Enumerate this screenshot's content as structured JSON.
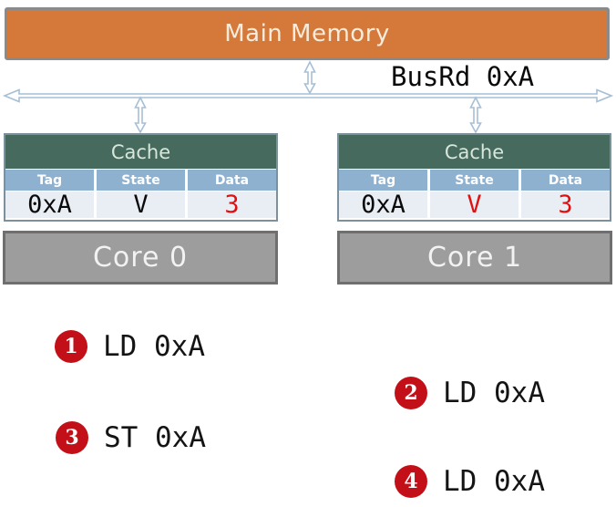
{
  "diagram": {
    "main_memory": {
      "label": "Main Memory"
    },
    "bus": {
      "label": "BusRd 0xA"
    },
    "caches": [
      {
        "title": "Cache",
        "columns": [
          "Tag",
          "State",
          "Data"
        ],
        "row": {
          "tag": "0xA",
          "state": "V",
          "data": "3"
        },
        "state_highlight": false,
        "data_highlight": true
      },
      {
        "title": "Cache",
        "columns": [
          "Tag",
          "State",
          "Data"
        ],
        "row": {
          "tag": "0xA",
          "state": "V",
          "data": "3"
        },
        "state_highlight": true,
        "data_highlight": true
      }
    ],
    "cores": [
      {
        "label": "Core 0"
      },
      {
        "label": "Core 1"
      }
    ],
    "instructions": [
      {
        "num": "1",
        "text": "LD 0xA",
        "side": "left"
      },
      {
        "num": "2",
        "text": "LD 0xA",
        "side": "right"
      },
      {
        "num": "3",
        "text": "ST 0xA",
        "side": "left"
      },
      {
        "num": "4",
        "text": "LD 0xA",
        "side": "right"
      }
    ],
    "colors": {
      "memory_fill": "#d4793a",
      "cache_header": "#476a5e",
      "table_header": "#8fb1d0",
      "table_row": "#e9eef4",
      "core_fill": "#9d9d9d",
      "bus_arrow": "#a6bfd6",
      "highlight_red": "#e01111",
      "badge_red": "#c30f17"
    }
  }
}
